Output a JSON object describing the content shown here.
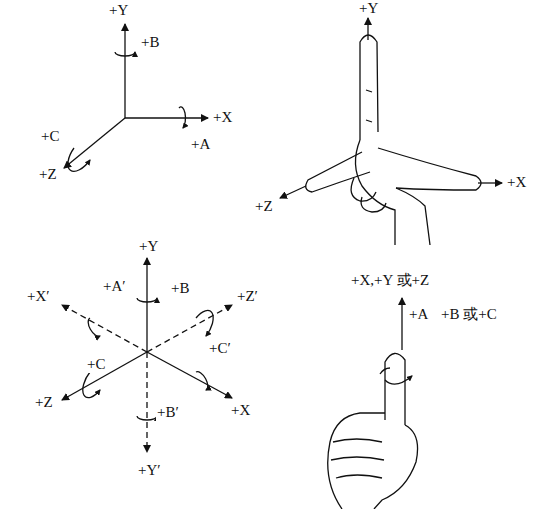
{
  "diagram": {
    "labels": [
      "+Y",
      "+B",
      "+X",
      "+A",
      "+C",
      "+Z",
      "+Y",
      "+Z",
      "+X",
      "+X,+Y 或+Z",
      "+A",
      "+B 或+C",
      "+Y",
      "+A′",
      "+B",
      "+X′",
      "+Z′",
      "+C′",
      "+C",
      "+Z",
      "+B′",
      "+X",
      "+Y′"
    ]
  }
}
